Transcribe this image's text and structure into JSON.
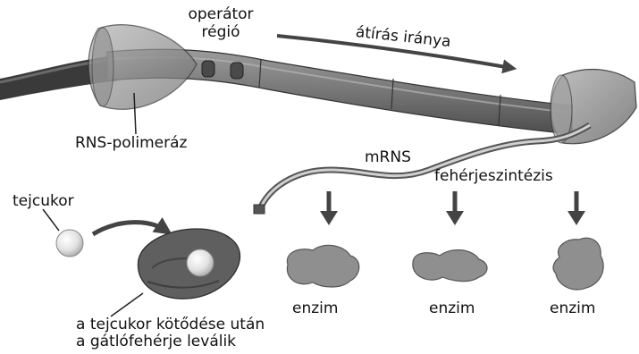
{
  "labels": {
    "operator_line1": "operátor",
    "operator_line2": "régió",
    "direction": "átírás iránya",
    "rna_polymerase": "RNS-polimeráz",
    "mrna": "mRNS",
    "protein_synthesis": "fehérjeszintézis",
    "lactose": "tejcukor",
    "enzyme_1": "enzim",
    "enzyme_2": "enzim",
    "enzyme_3": "enzim",
    "caption_line1": "a tejcukor kötődése után",
    "caption_line2": "a gátlófehérje leválik"
  },
  "colors": {
    "dna_dark": "#3a3a3a",
    "dna_mid": "#7a7a7a",
    "polymerase": "#9a9a9a",
    "enzyme": "#8f8f8f",
    "repressor": "#5f5f5f",
    "arrow": "#444444"
  }
}
